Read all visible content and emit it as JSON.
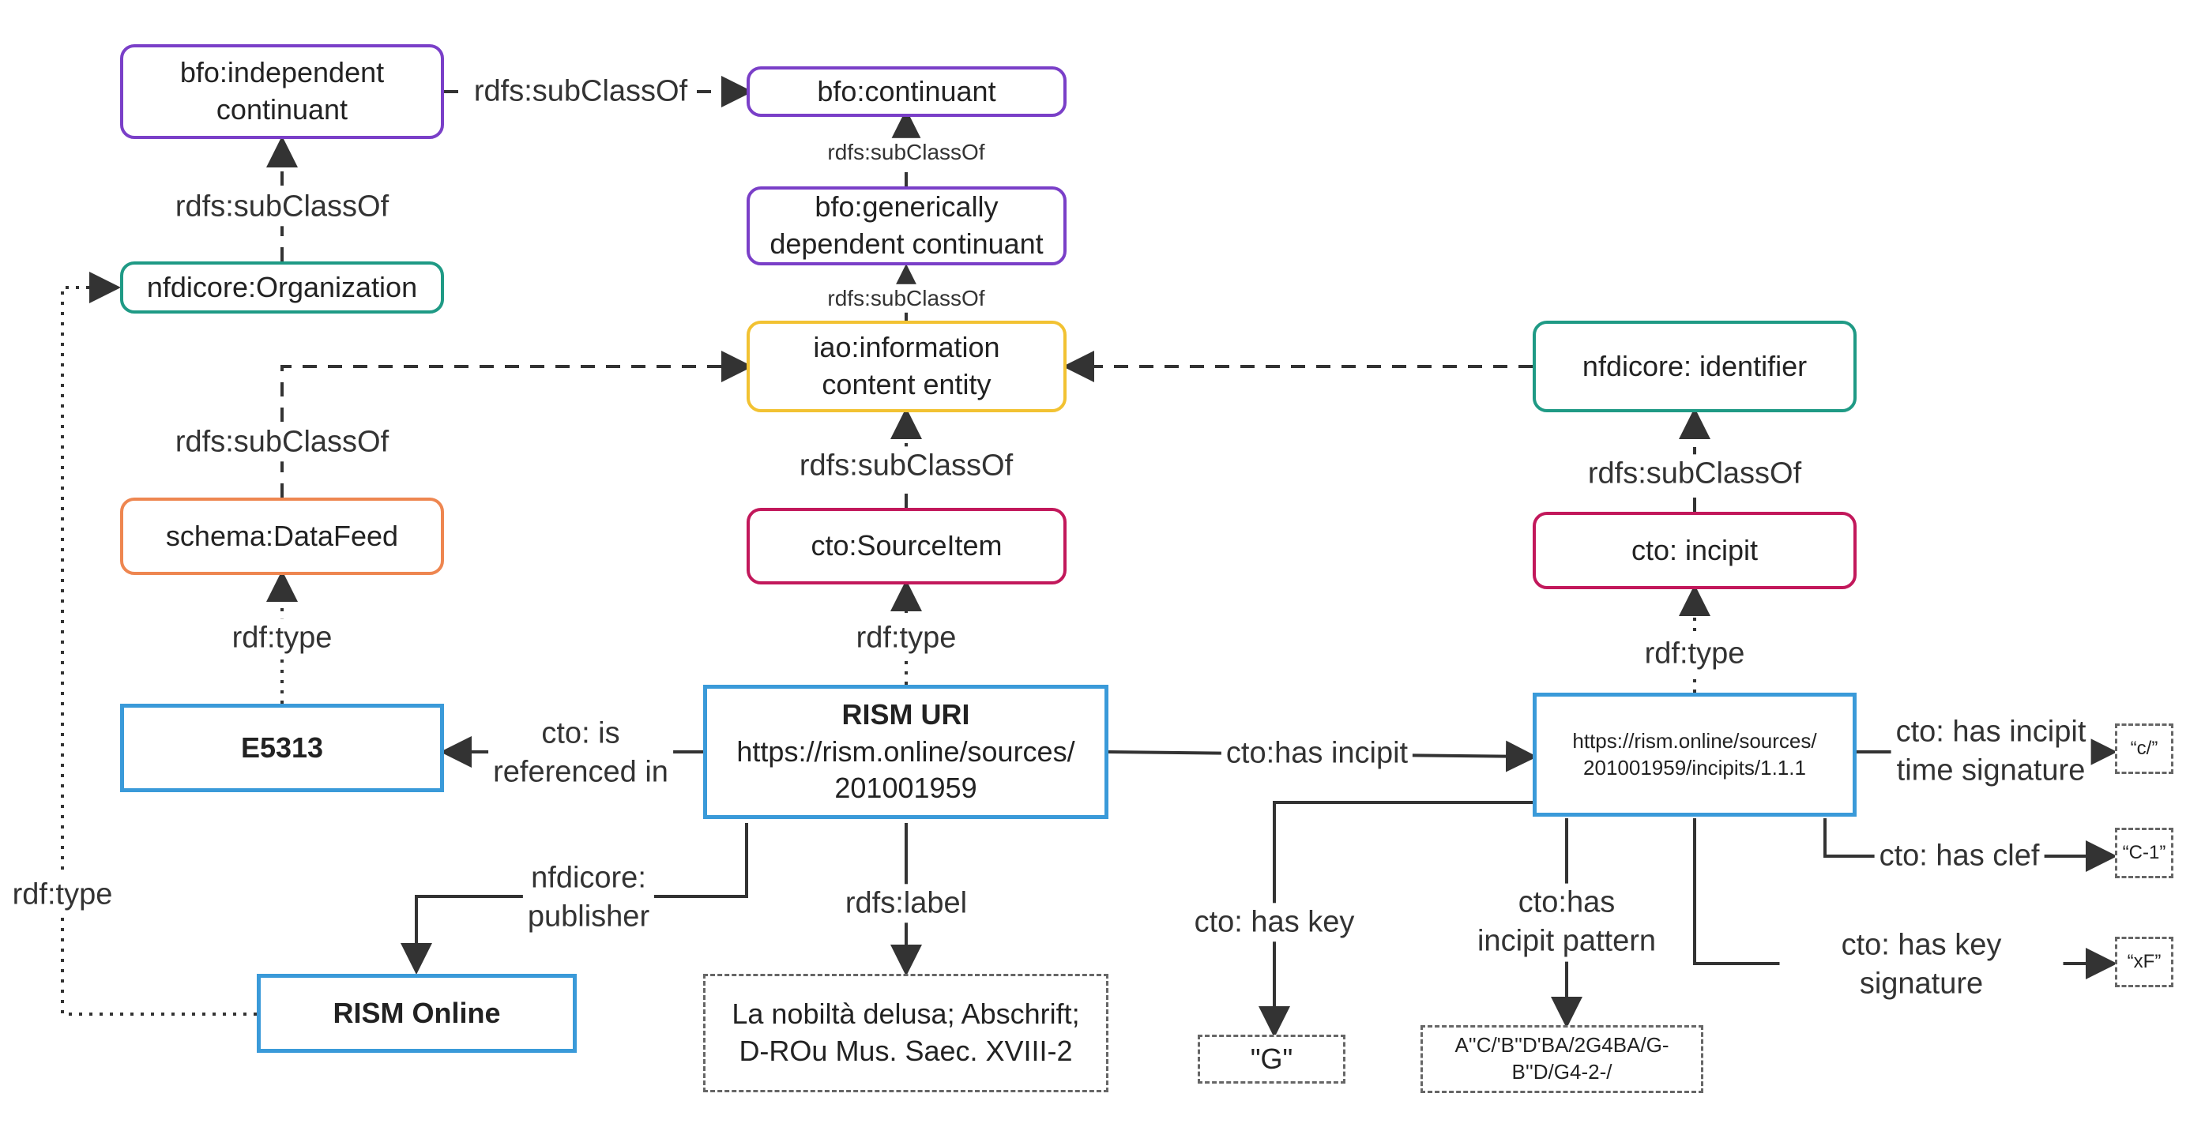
{
  "nodes": {
    "bfo_independent_continuant": "bfo:independent\ncontinuant",
    "bfo_continuant": "bfo:continuant",
    "bfo_generically_dependent": "bfo:generically\ndependent continuant",
    "nfdicore_organization": "nfdicore:Organization",
    "iao_ice": "iao:information\ncontent entity",
    "nfdicore_identifier": "nfdicore: identifier",
    "schema_datafeed": "schema:DataFeed",
    "cto_sourceitem": "cto:SourceItem",
    "cto_incipit": "cto: incipit",
    "e5313": "E5313",
    "rism_uri_title": "RISM URI",
    "rism_uri_url": "https://rism.online/sources/\n201001959",
    "incipit_uri": "https://rism.online/sources/\n201001959/incipits/1.1.1",
    "rism_online": "RISM Online",
    "label_literal": "La nobiltà delusa; Abschrift;\nD-ROu Mus. Saec. XVIII-2",
    "key_literal": "\"G\"",
    "pattern_literal": "A''C/'B''D'BA/2G4BA/G-\nB''D/G4-2-/",
    "time_literal": "“c/”",
    "clef_literal": "“C-1”",
    "keysig_literal": "“xF”"
  },
  "edges": {
    "subclass_top": "rdfs:subClassOf",
    "subclass_org": "rdfs:subClassOf",
    "subclass_gdc": "rdfs:subClassOf",
    "subclass_ice": "rdfs:subClassOf",
    "subclass_datafeed": "rdfs:subClassOf",
    "subclass_sourceitem": "rdfs:subClassOf",
    "subclass_incipit": "rdfs:subClassOf",
    "type_e5313": "rdf:type",
    "type_rism_uri": "rdf:type",
    "type_incipit": "rdf:type",
    "type_rism_online": "rdf:type",
    "referenced_in": "cto: is\nreferenced in",
    "has_incipit": "cto:has incipit",
    "publisher": "nfdicore:\npublisher",
    "rdfs_label": "rdfs:label",
    "has_key": "cto: has key",
    "incipit_pattern": "cto:has\nincipit pattern",
    "time_signature": "cto: has incipit\ntime signature",
    "has_clef": "cto: has clef",
    "key_signature": "cto: has key signature"
  },
  "colors": {
    "bfo": "#7a3fc8",
    "nfdicore": "#1f9a85",
    "iao": "#f2c232",
    "schema": "#ee8650",
    "cto": "#c2185b",
    "instance": "#3a9ad9"
  }
}
